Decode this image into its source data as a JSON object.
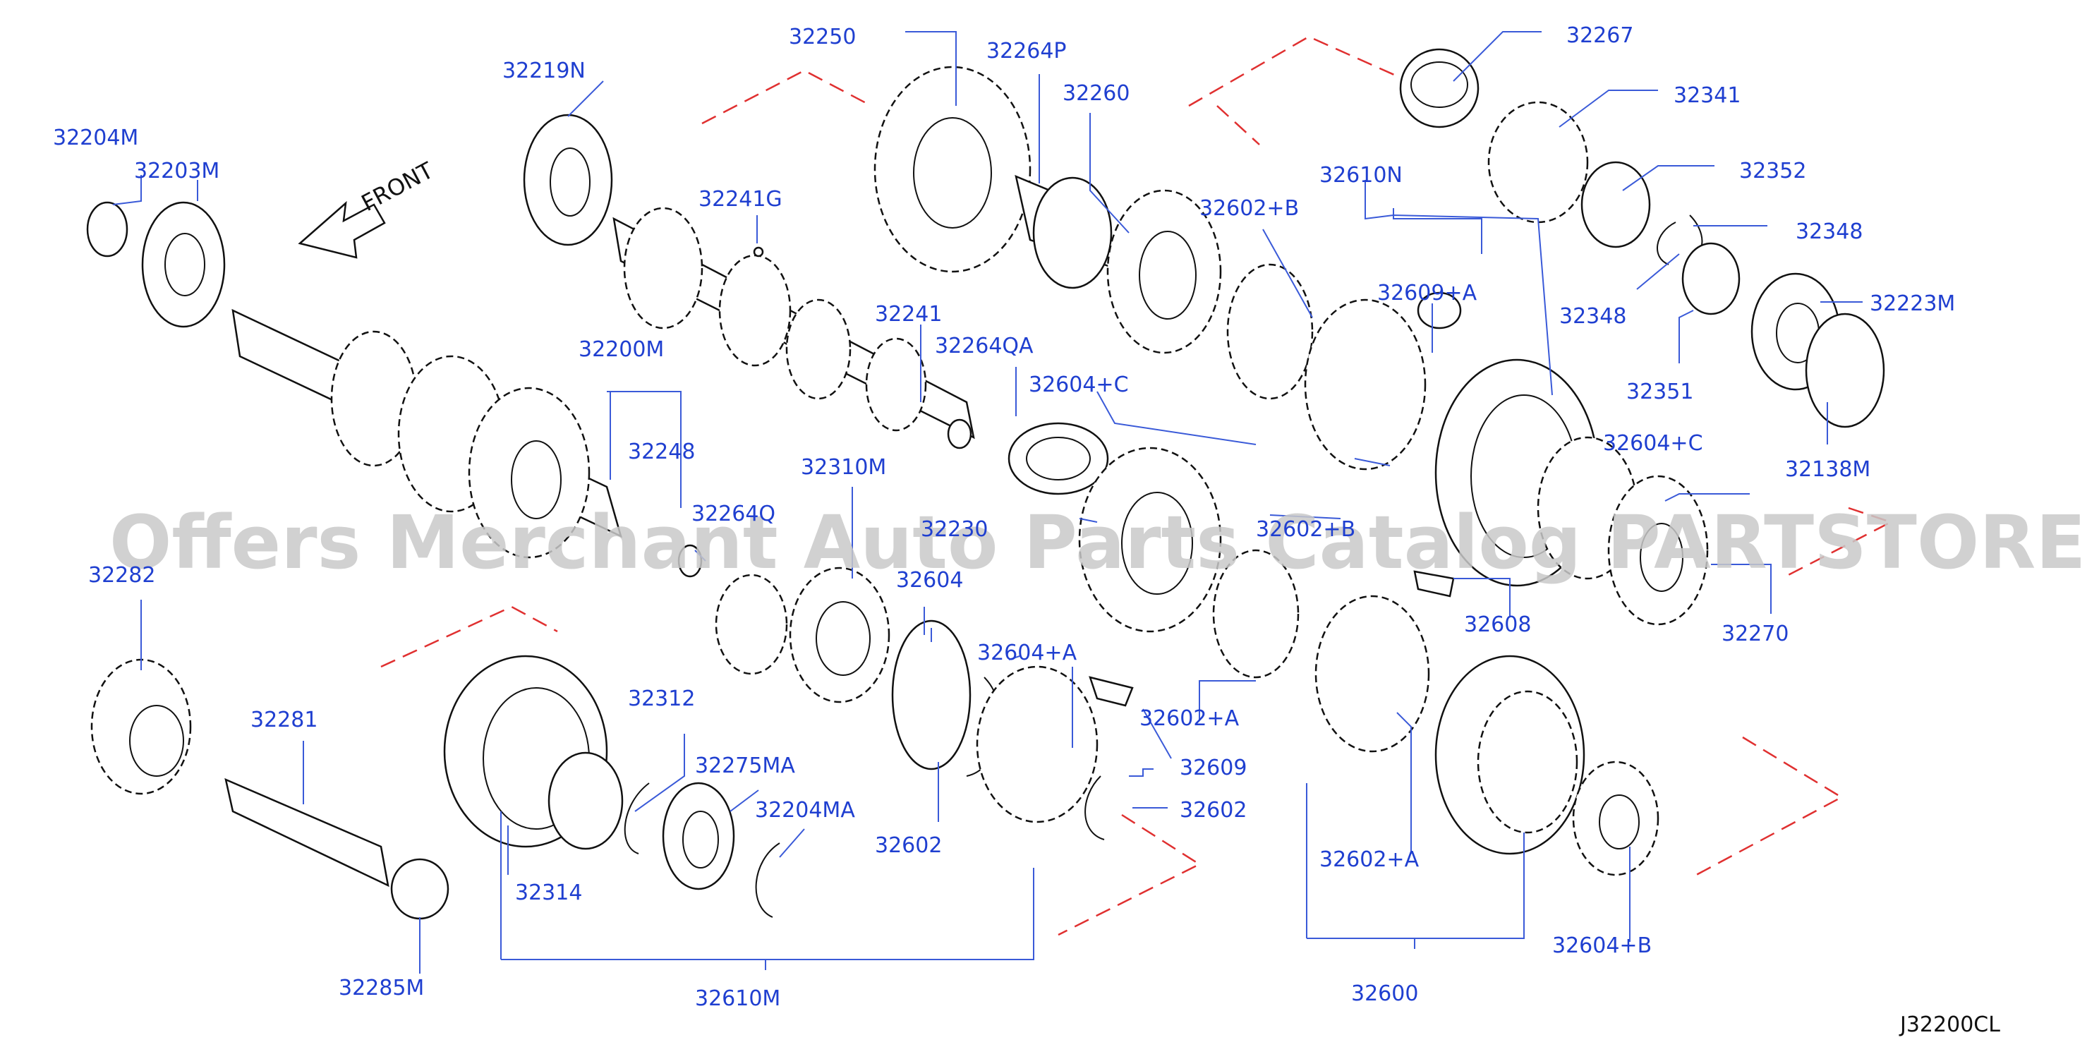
{
  "diagram": {
    "watermark": "Offers Merchant Auto Parts Catalog PARTSTORE.SA",
    "drawing_code": "J32200CL",
    "direction_label": "FRONT",
    "callouts": [
      "32250",
      "32264P",
      "32260",
      "32267",
      "32341",
      "32352",
      "32348",
      "32348",
      "32223M",
      "32351",
      "32138M",
      "32219N",
      "32241G",
      "32241",
      "32264QA",
      "32604+C",
      "32602+B",
      "32610N",
      "32609+A",
      "32604+C",
      "32204M",
      "32203M",
      "32200M",
      "32248",
      "32264Q",
      "32310M",
      "32230",
      "32602+B",
      "32270",
      "32282",
      "32604",
      "32604+A",
      "32608",
      "32281",
      "32312",
      "32275MA",
      "32204MA",
      "32602+A",
      "32609",
      "32602",
      "32602",
      "32314",
      "32602+A",
      "32604+B",
      "32285M",
      "32610M",
      "32600"
    ]
  }
}
